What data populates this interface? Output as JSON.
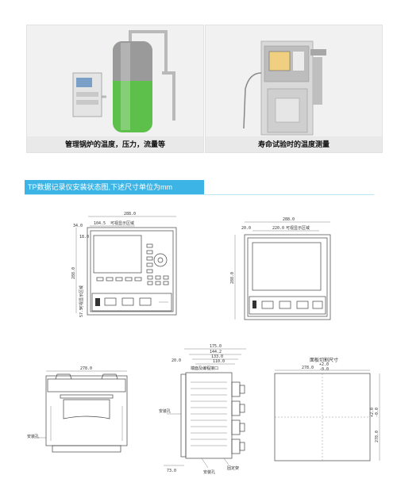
{
  "panels": [
    {
      "caption": "管理锅炉的温度，压力，流量等"
    },
    {
      "caption": "寿命试验时的温度测量"
    }
  ],
  "banner": {
    "title": "TP数据记录仪安装状态图,下述尺寸单位为mm"
  },
  "drawing_front": {
    "top_dim": "288.0",
    "dim2": "104.5",
    "dim2_note": "可视显示区域",
    "left_top": "34.0",
    "left_small": "18.0",
    "height_dim": "288.0",
    "side_note": "可视显示区域",
    "side_small": "57.5"
  },
  "drawing_front2": {
    "top_dim": "288.0",
    "inner_dim": "220.0",
    "inner_note": "可视显示区域",
    "left_small": "20.0",
    "height_dim": "288.0"
  },
  "drawing_top": {
    "width_dim": "278.0",
    "hole_label": "安装孔"
  },
  "drawing_side": {
    "top_dim": "175.0",
    "dim2": "144.2",
    "dim3": "133.0",
    "dim4": "110.0",
    "small_left": "20.0",
    "note": "端面及编程接口",
    "hole_label": "安装孔",
    "bottom_dim": "73.0",
    "hole_label2": "安装孔",
    "bracket_label": "固定架"
  },
  "cutout": {
    "title": "面板切割尺寸",
    "width_dim": "278.0",
    "tol_top": "+2.0",
    "tol_bot": "-0.0",
    "height_dim": "278.0",
    "v_tol_top": "+2.0",
    "v_tol_bot": "-0.0"
  },
  "colors": {
    "banner": "#3cb4e6",
    "tank_green": "#5cc04a"
  }
}
